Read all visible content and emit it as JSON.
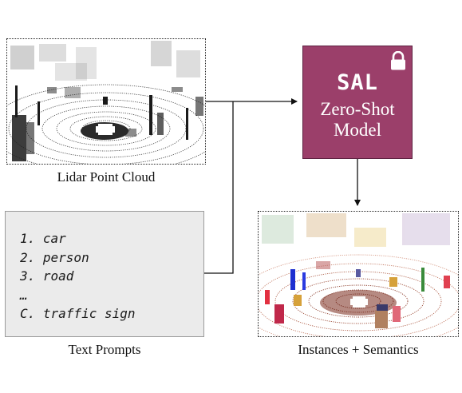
{
  "inputs": {
    "lidar_caption": "Lidar Point Cloud",
    "prompts_caption": "Text Prompts",
    "prompts": [
      "1. car",
      "2. person",
      "3. road",
      "…",
      "C. traffic sign"
    ]
  },
  "model": {
    "name": "SAL",
    "subtitle_line1": "Zero-Shot",
    "subtitle_line2": "Model",
    "color": "#9b3f6a",
    "badge_icon": "lock-icon"
  },
  "output": {
    "caption": "Instances + Semantics"
  },
  "colors": {
    "prompt_box": "#ebebeb",
    "point_cloud_center": "#7a2a1c"
  }
}
